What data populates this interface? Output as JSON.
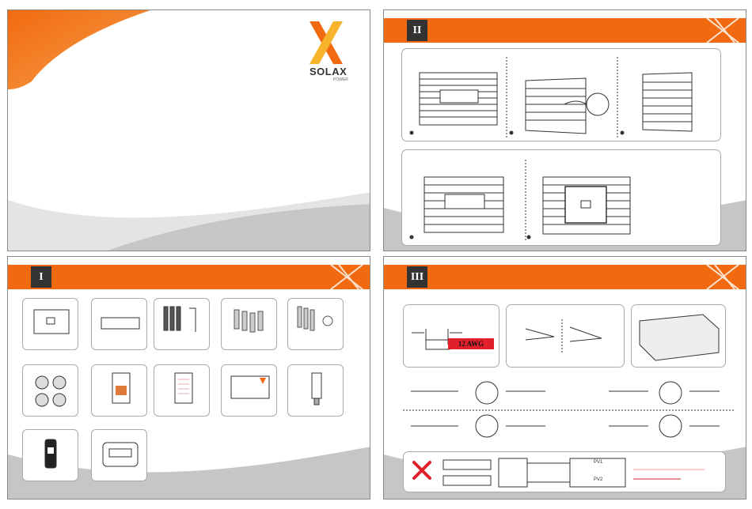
{
  "cover": {
    "brand_text": "SOLAX",
    "brand_sub": "POWER"
  },
  "sections": {
    "section1_label": "I",
    "section2_label": "II",
    "section3_label": "III"
  },
  "section3": {
    "cable_label": "12 AWG",
    "pv1_label": "PV1",
    "pv2_label": "PV2"
  },
  "colors": {
    "accent_orange": "#f26a10",
    "bottom_gray": "#c6c6c6",
    "error_red": "#e0202a"
  },
  "icons": [
    "solax-x-logo",
    "wrong-cross-icon"
  ]
}
